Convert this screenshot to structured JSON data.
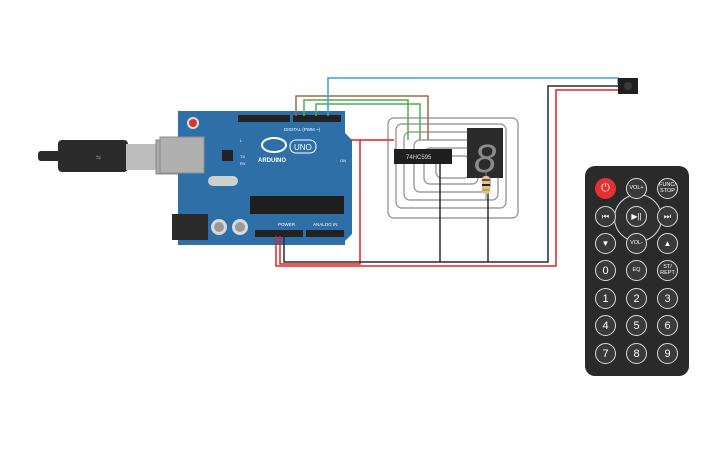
{
  "arduino": {
    "logo_text": "ARDUINO",
    "model": "UNO",
    "digital_label": "DIGITAL (PWM ~)",
    "power_label": "POWER",
    "analog_label": "ANALOG IN",
    "tx_label": "TX",
    "rx_label": "RX",
    "on_label": "ON",
    "l_label": "L"
  },
  "shift_register": {
    "label": "74HC595"
  },
  "seven_segment": {
    "digit": "8"
  },
  "remote": {
    "buttons": [
      {
        "id": "power",
        "label": "⏻"
      },
      {
        "id": "vol-up",
        "label": "VOL+"
      },
      {
        "id": "func-stop",
        "label": "FUNC/\nSTOP"
      },
      {
        "id": "rewind",
        "label": "⏮"
      },
      {
        "id": "play-pause",
        "label": "▶||"
      },
      {
        "id": "fast-forward",
        "label": "⏭"
      },
      {
        "id": "down",
        "label": "▼"
      },
      {
        "id": "vol-down",
        "label": "VOL-"
      },
      {
        "id": "up",
        "label": "▲"
      },
      {
        "id": "0",
        "label": "0"
      },
      {
        "id": "eq",
        "label": "EQ"
      },
      {
        "id": "st-rept",
        "label": "ST/\nREPT"
      },
      {
        "id": "1",
        "label": "1"
      },
      {
        "id": "2",
        "label": "2"
      },
      {
        "id": "3",
        "label": "3"
      },
      {
        "id": "4",
        "label": "4"
      },
      {
        "id": "5",
        "label": "5"
      },
      {
        "id": "6",
        "label": "6"
      },
      {
        "id": "7",
        "label": "7"
      },
      {
        "id": "8",
        "label": "8"
      },
      {
        "id": "9",
        "label": "9"
      }
    ]
  },
  "colors": {
    "board": "#2f6fa8",
    "wire_red": "#e02020",
    "wire_black": "#2a2a2a",
    "wire_blue": "#3aa0d0",
    "wire_green": "#4caf50",
    "wire_brown": "#9a6b45",
    "wire_gray": "#8a8a8a"
  }
}
